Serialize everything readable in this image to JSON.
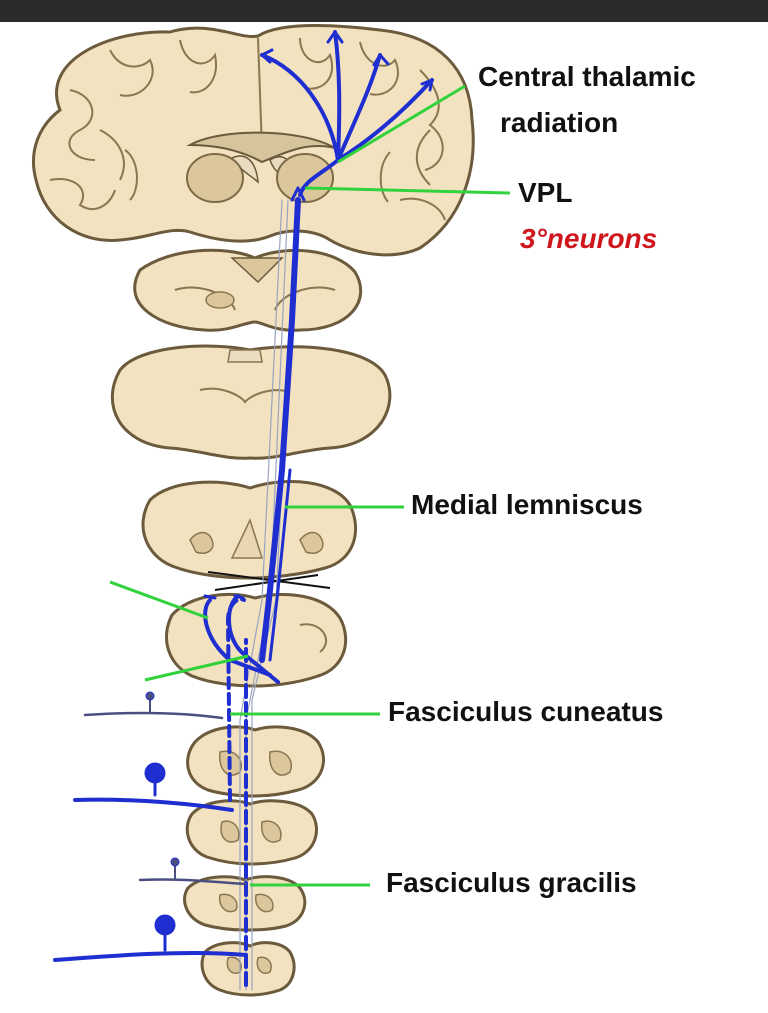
{
  "labels": {
    "central_thalamic_line1": "Central thalamic",
    "central_thalamic_line2": "radiation",
    "vpl": "VPL",
    "third_neurons": "3°neurons",
    "medial_lemniscus": "Medial lemniscus",
    "fasciculus_cuneatus": "Fasciculus cuneatus",
    "fasciculus_gracilis": "Fasciculus gracilis"
  },
  "colors": {
    "background": "#ffffff",
    "topbar": "#2b2b2b",
    "tissue": "#f2e2c0",
    "tissue_outline": "#6b5a3c",
    "gray_matter": "#dcc79d",
    "pathway_blue": "#1f2ed0",
    "pointer_green": "#32d23c",
    "label_text": "#111111",
    "highlight_red": "#d0161d"
  }
}
